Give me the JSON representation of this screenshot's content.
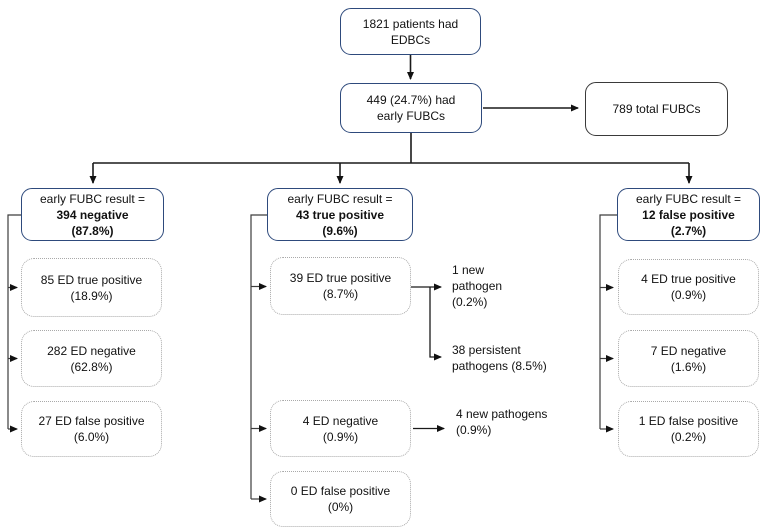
{
  "figure": {
    "root_box": {
      "line1": "1821 patients had",
      "line2": "EDBCs"
    },
    "early_fubc_box": {
      "line1": "449 (24.7%) had",
      "line2": "early FUBCs"
    },
    "total_fubc_box": {
      "label": "789 total FUBCs"
    },
    "branches": [
      {
        "header": {
          "line1": "early FUBC result =",
          "line2": "394 negative",
          "line3": "(87.8%)"
        },
        "children": [
          {
            "line1": "85 ED true positive",
            "line2": "(18.9%)"
          },
          {
            "line1": "282 ED negative",
            "line2": "(62.8%)"
          },
          {
            "line1": "27 ED false positive",
            "line2": "(6.0%)"
          }
        ]
      },
      {
        "header": {
          "line1": "early FUBC result =",
          "line2": "43 true positive",
          "line3": "(9.6%)"
        },
        "children": [
          {
            "line1": "39 ED true positive",
            "line2": "(8.7%)"
          },
          {
            "line1": "4 ED negative",
            "line2": "(0.9%)"
          },
          {
            "line1": "0 ED false positive",
            "line2": "(0%)"
          }
        ]
      },
      {
        "header": {
          "line1": "early FUBC result =",
          "line2": "12 false positive",
          "line3": "(2.7%)"
        },
        "children": [
          {
            "line1": "4 ED true positive",
            "line2": "(0.9%)"
          },
          {
            "line1": "7 ED negative",
            "line2": "(1.6%)"
          },
          {
            "line1": "1 ED false positive",
            "line2": "(0.2%)"
          }
        ]
      }
    ],
    "annotations": [
      {
        "line1": "1 new",
        "line2": "pathogen",
        "line3": "(0.2%)"
      },
      {
        "line1": "38 persistent",
        "line2": "pathogens (8.5%)"
      },
      {
        "line1": "4 new pathogens",
        "line2": "(0.9%)"
      }
    ],
    "colors": {
      "header_border": "#2e4a7c",
      "plain_border": "#3a3a3a",
      "dotted_border": "#a9a9a9",
      "line": "#1a1a1a",
      "text": "#111111"
    }
  }
}
